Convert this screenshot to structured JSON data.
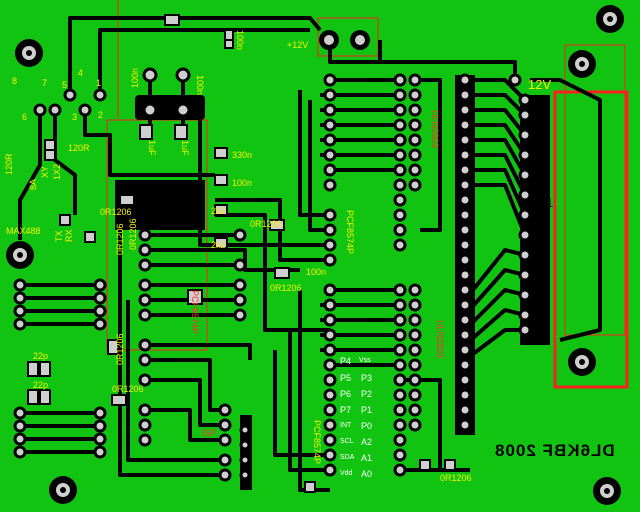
{
  "colors": {
    "board": "#12c412",
    "copper": "#000000",
    "pad_ring": "#cfcfcf",
    "silkscreen": "#f2f200",
    "outline": "#ff2020"
  },
  "connector_header": {
    "pin_labels": [
      "8",
      "7",
      "6",
      "5",
      "4",
      "3",
      "2",
      "1"
    ]
  },
  "labels": {
    "r120_a": "120R",
    "r120_b": "120R",
    "jumper_8a": "8A",
    "jumper_1x2": "1X2",
    "jumper_xy": "XY",
    "max488": "MAX488",
    "rx": "RX",
    "tx": "TX",
    "res_0r1206_top": "0R1206",
    "res_0r1206_mid": "0R1206",
    "res_0r1206_right": "0R1206",
    "res_0r1206_low": "0R1206",
    "res_0r1206_bot": "0R1206",
    "res_0r1206_left": "0R1206",
    "res_0r1206_vert": "0R1206",
    "res_0r1206_c": "0R1206",
    "cap_330n": "330n",
    "cap_100n_a": "100n",
    "cap_100n_b": "100n",
    "cap_100n_c": "100n",
    "cap_100n_d": "100n",
    "cap_100n_e": "100n",
    "res_2k2_a": "2k2",
    "res_2k2_b": "2k2",
    "cap_22p_a": "22p",
    "cap_22p_b": "22p",
    "supply_12v": "+12V",
    "connector_12v": "12V",
    "chip_u_top": "PCF8574P",
    "chip_u_mid": "PCF8574P",
    "chip_u_right": "ULN2803",
    "chip_u_right2": "ULN2803",
    "chip_u_bottom": "PCF8574P",
    "isp": "ISP",
    "signature": "DL6KBF 2008",
    "pin_p4": "P4",
    "pin_p5": "P5",
    "pin_p6": "P6",
    "pin_p7": "P7",
    "pin_int": "INT",
    "pin_scl": "SCL",
    "pin_sda": "SDA",
    "pin_vss": "Vss",
    "pin_vdd": "Vdd",
    "pin_p3": "P3",
    "pin_p2": "P2",
    "pin_p1": "P1",
    "pin_p0": "P0",
    "pin_a2": "A2",
    "pin_a1": "A1",
    "pin_a0": "A0",
    "uf1_a": "1uF",
    "uf1_b": "1uF",
    "big_connector": "1"
  }
}
